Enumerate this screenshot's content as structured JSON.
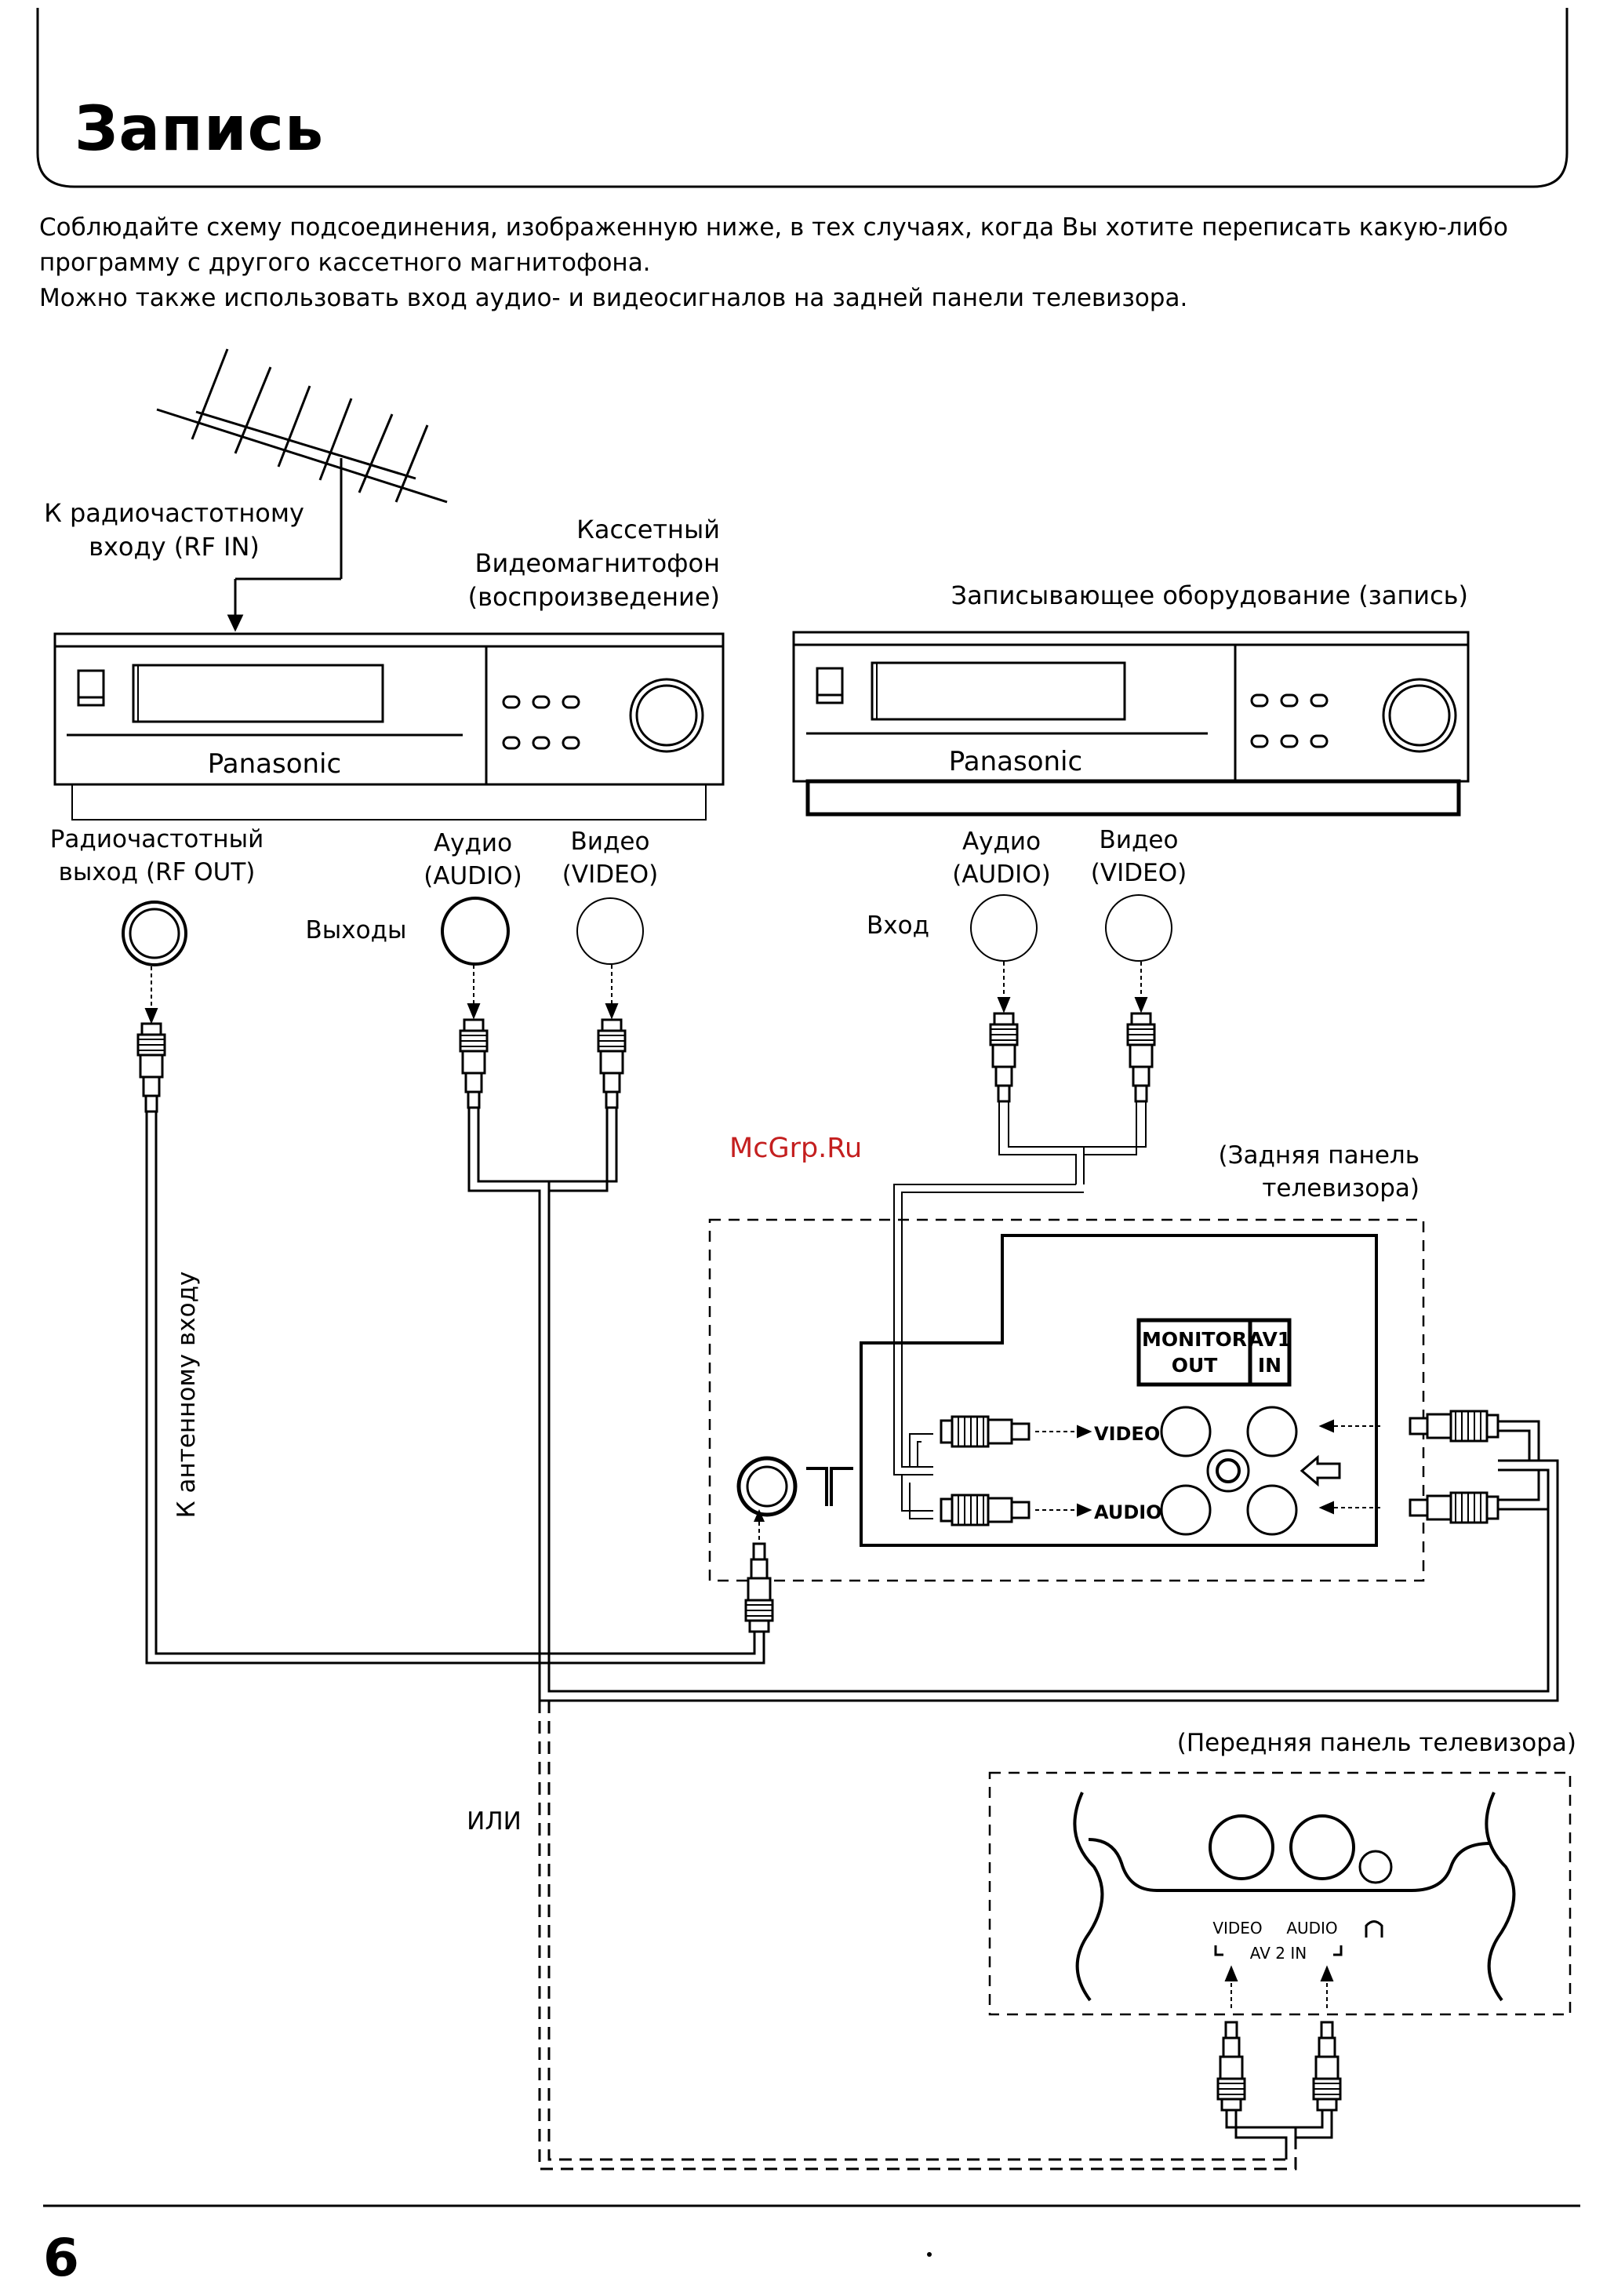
{
  "page": {
    "title": "Запись",
    "intro": [
      "Соблюдайте схему подсоединения, изображенную ниже, в тех случаях, когда Вы хотите переписать какую-либо",
      "программу с другого кассетного магнитофона.",
      "Можно также использовать вход аудио- и видеосигналов на задней панели телевизора."
    ],
    "watermark": "McGrp.Ru",
    "page_number": "6"
  },
  "diagram": {
    "antenna": {
      "label": [
        "К радиочастотному",
        "входу (RF IN)"
      ]
    },
    "playback_vcr": {
      "label": [
        "Кассетный",
        "Видеомагнитофон",
        "(воспроизведение)"
      ],
      "brand": "Panasonic",
      "rf_out": [
        "Радиочастотный",
        "выход (RF OUT)"
      ],
      "audio": [
        "Аудио",
        "(AUDIO)"
      ],
      "video": [
        "Видео",
        "(VIDEO)"
      ],
      "outputs": "Выходы"
    },
    "recording_vcr": {
      "label": "Записывающее оборудование (запись)",
      "brand": "Panasonic",
      "audio": [
        "Аудио",
        "(AUDIO)"
      ],
      "video": [
        "Видео",
        "(VIDEO)"
      ],
      "input": "Вход"
    },
    "antenna_cable": "К антенному входу",
    "tv_rear": {
      "label": [
        "(Задняя панель",
        "телевизора)"
      ],
      "monitor_out": [
        "MONITOR",
        "OUT"
      ],
      "av1_in": [
        "AV1",
        "IN"
      ],
      "video": "VIDEO",
      "audio": "AUDIO"
    },
    "or_label": "ИЛИ",
    "tv_front": {
      "label": "(Передняя панель телевизора)",
      "video": "VIDEO",
      "audio": "AUDIO",
      "av2_in": "AV 2 IN"
    }
  }
}
